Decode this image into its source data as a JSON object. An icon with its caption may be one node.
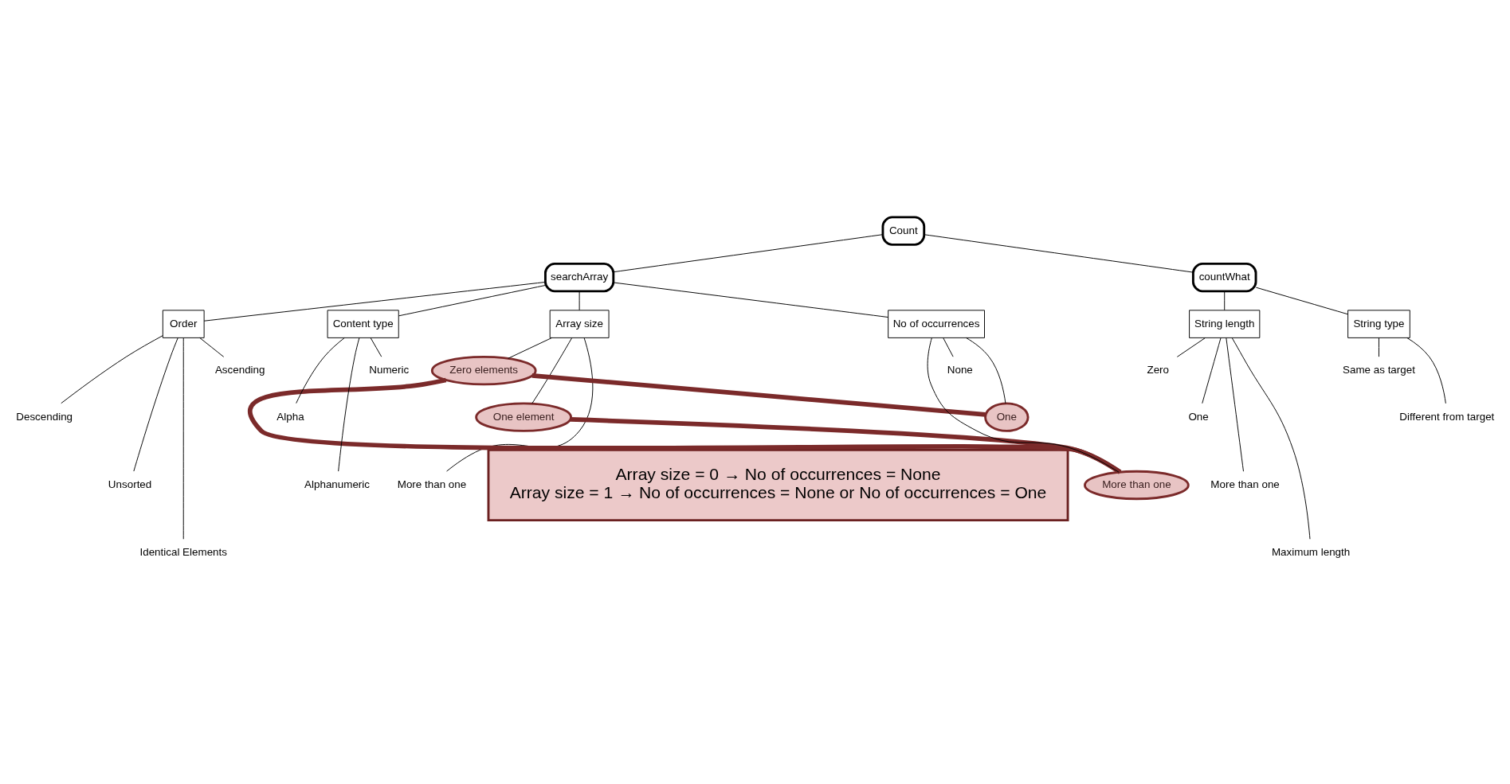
{
  "diagram": {
    "nodes": [
      {
        "text": [
          "Count"
        ]
      },
      {
        "text": [
          "searchArray"
        ]
      },
      {
        "text": [
          "Array size"
        ]
      },
      {
        "text": [
          "Zero elements"
        ]
      },
      {
        "text": [
          "One element"
        ]
      },
      {
        "text": [
          "More than one"
        ]
      },
      {
        "text": [
          "No of occurrences"
        ]
      },
      {
        "text": [
          "None"
        ]
      },
      {
        "text": [
          "One"
        ]
      },
      {
        "text": [
          "More than one"
        ]
      },
      {
        "text": [
          "Order"
        ]
      },
      {
        "text": [
          "Ascending"
        ]
      },
      {
        "text": [
          "Descending"
        ]
      },
      {
        "text": [
          "Unsorted"
        ]
      },
      {
        "text": [
          "Identical Elements"
        ]
      },
      {
        "text": [
          "Content type"
        ]
      },
      {
        "text": [
          "Numeric"
        ]
      },
      {
        "text": [
          "Alpha"
        ]
      },
      {
        "text": [
          "Alphanumeric"
        ]
      },
      {
        "text": [
          "countWhat"
        ]
      },
      {
        "text": [
          "String length"
        ]
      },
      {
        "text": [
          "Zero"
        ]
      },
      {
        "text": [
          "One"
        ]
      },
      {
        "text": [
          "More than one"
        ]
      },
      {
        "text": [
          "Maximum length"
        ]
      },
      {
        "text": [
          "String type"
        ]
      },
      {
        "text": [
          "Same as target"
        ]
      },
      {
        "text": [
          "Different from target"
        ]
      },
      {
        "text": [
          "Array size = 0 → No of occurrences = None",
          "Array size = 1 → No of occurrences = None or No of occurrences = One"
        ]
      }
    ],
    "edges": [
      {
        "from": 0,
        "to": 1,
        "arrow": "none"
      },
      {
        "from": 0,
        "to": 19,
        "arrow": "none"
      },
      {
        "from": 1,
        "to": 2,
        "arrow": "none"
      },
      {
        "from": 1,
        "to": 6,
        "arrow": "none"
      },
      {
        "from": 1,
        "to": 10,
        "arrow": "none"
      },
      {
        "from": 1,
        "to": 15,
        "arrow": "none"
      },
      {
        "from": 2,
        "to": 3,
        "arrow": "none"
      },
      {
        "from": 2,
        "to": 4,
        "arrow": "none"
      },
      {
        "from": 2,
        "to": 5,
        "arrow": "none"
      },
      {
        "from": 6,
        "to": 7,
        "arrow": "none"
      },
      {
        "from": 6,
        "to": 8,
        "arrow": "none"
      },
      {
        "from": 6,
        "to": 9,
        "arrow": "none"
      },
      {
        "from": 10,
        "to": 11,
        "arrow": "none"
      },
      {
        "from": 10,
        "to": 12,
        "arrow": "none"
      },
      {
        "from": 10,
        "to": 13,
        "arrow": "none"
      },
      {
        "from": 10,
        "to": 14,
        "arrow": "none"
      },
      {
        "from": 15,
        "to": 16,
        "arrow": "none"
      },
      {
        "from": 15,
        "to": 17,
        "arrow": "none"
      },
      {
        "from": 15,
        "to": 18,
        "arrow": "none"
      },
      {
        "from": 19,
        "to": 20,
        "arrow": "none"
      },
      {
        "from": 19,
        "to": 25,
        "arrow": "none"
      },
      {
        "from": 20,
        "to": 21,
        "arrow": "none"
      },
      {
        "from": 20,
        "to": 22,
        "arrow": "none"
      },
      {
        "from": 20,
        "to": 23,
        "arrow": "none"
      },
      {
        "from": 20,
        "to": 24,
        "arrow": "none"
      },
      {
        "from": 25,
        "to": 26,
        "arrow": "none"
      },
      {
        "from": 25,
        "to": 27,
        "arrow": "none"
      },
      {
        "from": 3,
        "to": 8,
        "arrow": "none",
        "style": "thick",
        "color": "#7b2a2a"
      },
      {
        "from": 3,
        "to": 9,
        "arrow": "none",
        "style": "thick",
        "color": "#7b2a2a"
      },
      {
        "from": 4,
        "to": 9,
        "arrow": "none",
        "style": "thick",
        "color": "#7b2a2a"
      }
    ]
  }
}
